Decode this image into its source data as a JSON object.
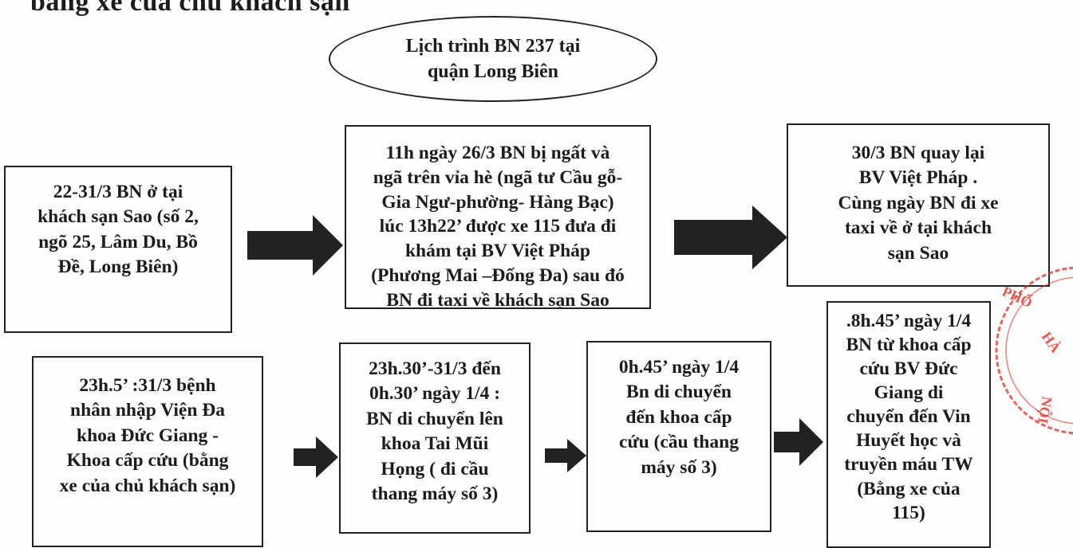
{
  "heading": "bằng xe của chủ khách sạn",
  "title": "Lịch trình BN 237 tại\nquận Long Biên",
  "row1": [
    "22-31/3  BN ở tại\nkhách sạn Sao (số 2,\nngõ 25, Lâm Du, Bồ\nĐề, Long Biên)",
    "11h ngày 26/3 BN bị ngất và\nngã trên vỉa hè (ngã tư Cầu gỗ-\nGia Ngư-phường- Hàng Bạc)\nlúc 13h22’ được xe 115 đưa đi\nkhám tại BV Việt Pháp\n(Phương Mai –Đống Đa) sau đó\nBN đi taxi về khách sạn Sao",
    "30/3 BN quay lại\nBV Việt Pháp .\nCùng ngày BN đi xe\ntaxi về ở tại khách\nsạn Sao"
  ],
  "row2": [
    "23h.5’ :31/3 bệnh\nnhân nhập Viện Đa\nkhoa Đức Giang -\nKhoa cấp cứu (bằng\nxe của chủ khách sạn)",
    "23h.30’-31/3 đến\n0h.30’ ngày 1/4 :\nBN di chuyển lên\nkhoa Tai Mũi\nHọng ( đi cầu\nthang máy số 3)",
    "0h.45’ ngày 1/4\nBn di chuyển\nđến khoa cấp\ncứu (cầu thang\nmáy số 3)",
    ".8h.45’ ngày 1/4\nBN từ khoa cấp\ncứu  BV Đức\nGiang  di\nchuyển đến Vin\nHuyết học và\ntruyền máu TW\n(Bằng xe của\n115)"
  ],
  "colors": {
    "ink": "#1c1c1c",
    "arrow": "#222222",
    "stamp": "#d8322c"
  }
}
